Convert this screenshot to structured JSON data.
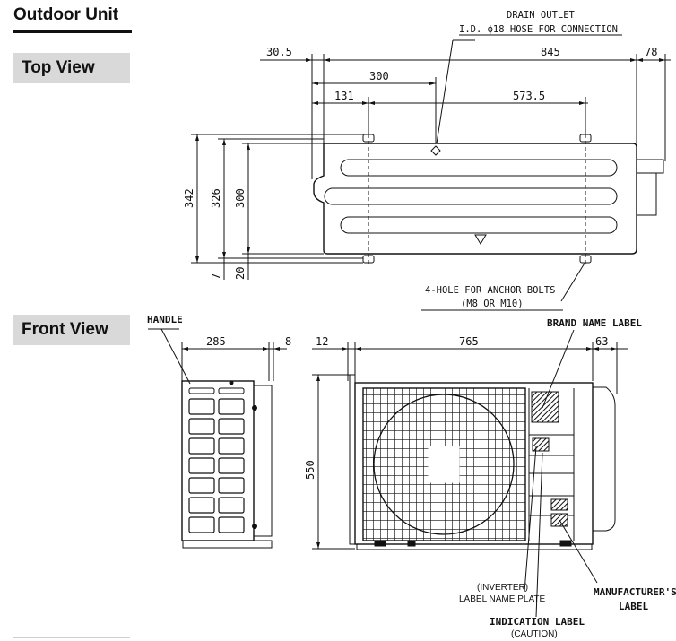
{
  "header": {
    "title": "Outdoor Unit"
  },
  "sections": {
    "top_view": "Top View",
    "front_view": "Front View"
  },
  "top_view": {
    "dims": {
      "d30_5": "30.5",
      "d845": "845",
      "d78": "78",
      "d300_w": "300",
      "d131": "131",
      "d573_5": "573.5",
      "d342": "342",
      "d326": "326",
      "d300_h": "300",
      "d7": "7",
      "d20": "20"
    },
    "notes": {
      "drain_line1": "DRAIN OUTLET",
      "drain_line2": "I.D. ϕ18 HOSE FOR CONNECTION",
      "anchor_line1": "4-HOLE FOR ANCHOR BOLTS",
      "anchor_line2": "(M8 OR M10)"
    }
  },
  "front_view": {
    "dims": {
      "d285": "285",
      "d8": "8",
      "d12": "12",
      "d765": "765",
      "d63": "63",
      "d550": "550"
    },
    "labels": {
      "handle": "HANDLE",
      "brand_name": "BRAND NAME LABEL",
      "inverter_line1": "(INVERTER)",
      "inverter_line2": "LABEL NAME PLATE",
      "indication_line1": "INDICATION LABEL",
      "indication_line2": "(CAUTION)",
      "manufacturer_line1": "MANUFACTURER'S",
      "manufacturer_line2": "LABEL"
    }
  }
}
